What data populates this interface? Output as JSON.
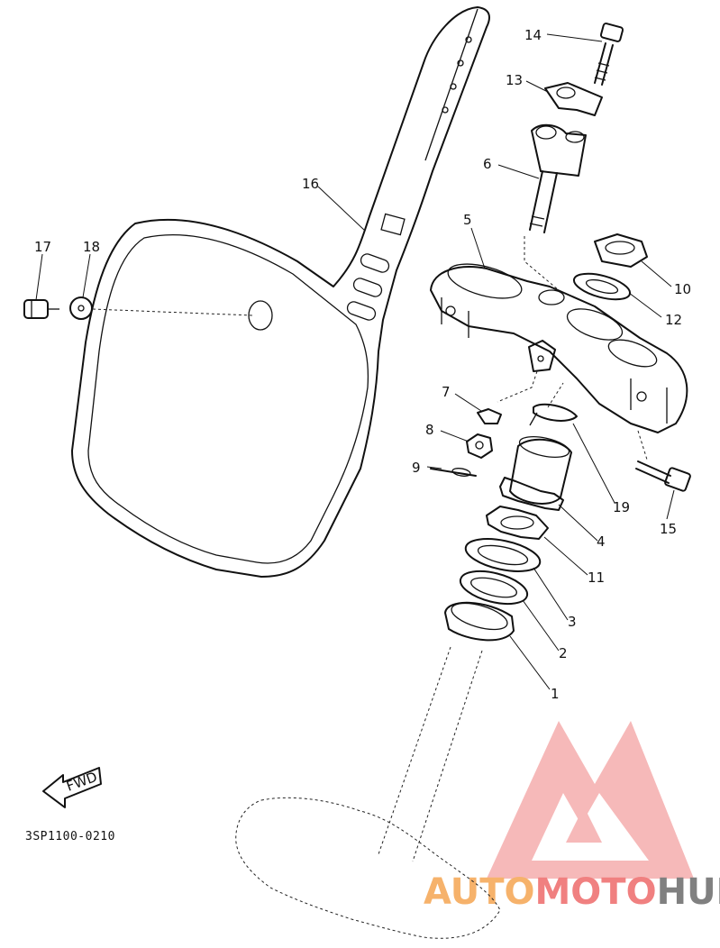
{
  "diagram": {
    "code": "3SP1100-0210",
    "fwd_label": "FWD",
    "callouts": [
      "1",
      "2",
      "3",
      "4",
      "5",
      "6",
      "7",
      "8",
      "9",
      "10",
      "11",
      "12",
      "13",
      "14",
      "15",
      "16",
      "17",
      "18",
      "19"
    ]
  },
  "watermark": {
    "part1": "AUTO",
    "part2": "MOTO",
    "part3": "HUB",
    "color_orange": "#f6b26b",
    "color_red": "#f08080",
    "color_gray": "#808080"
  }
}
